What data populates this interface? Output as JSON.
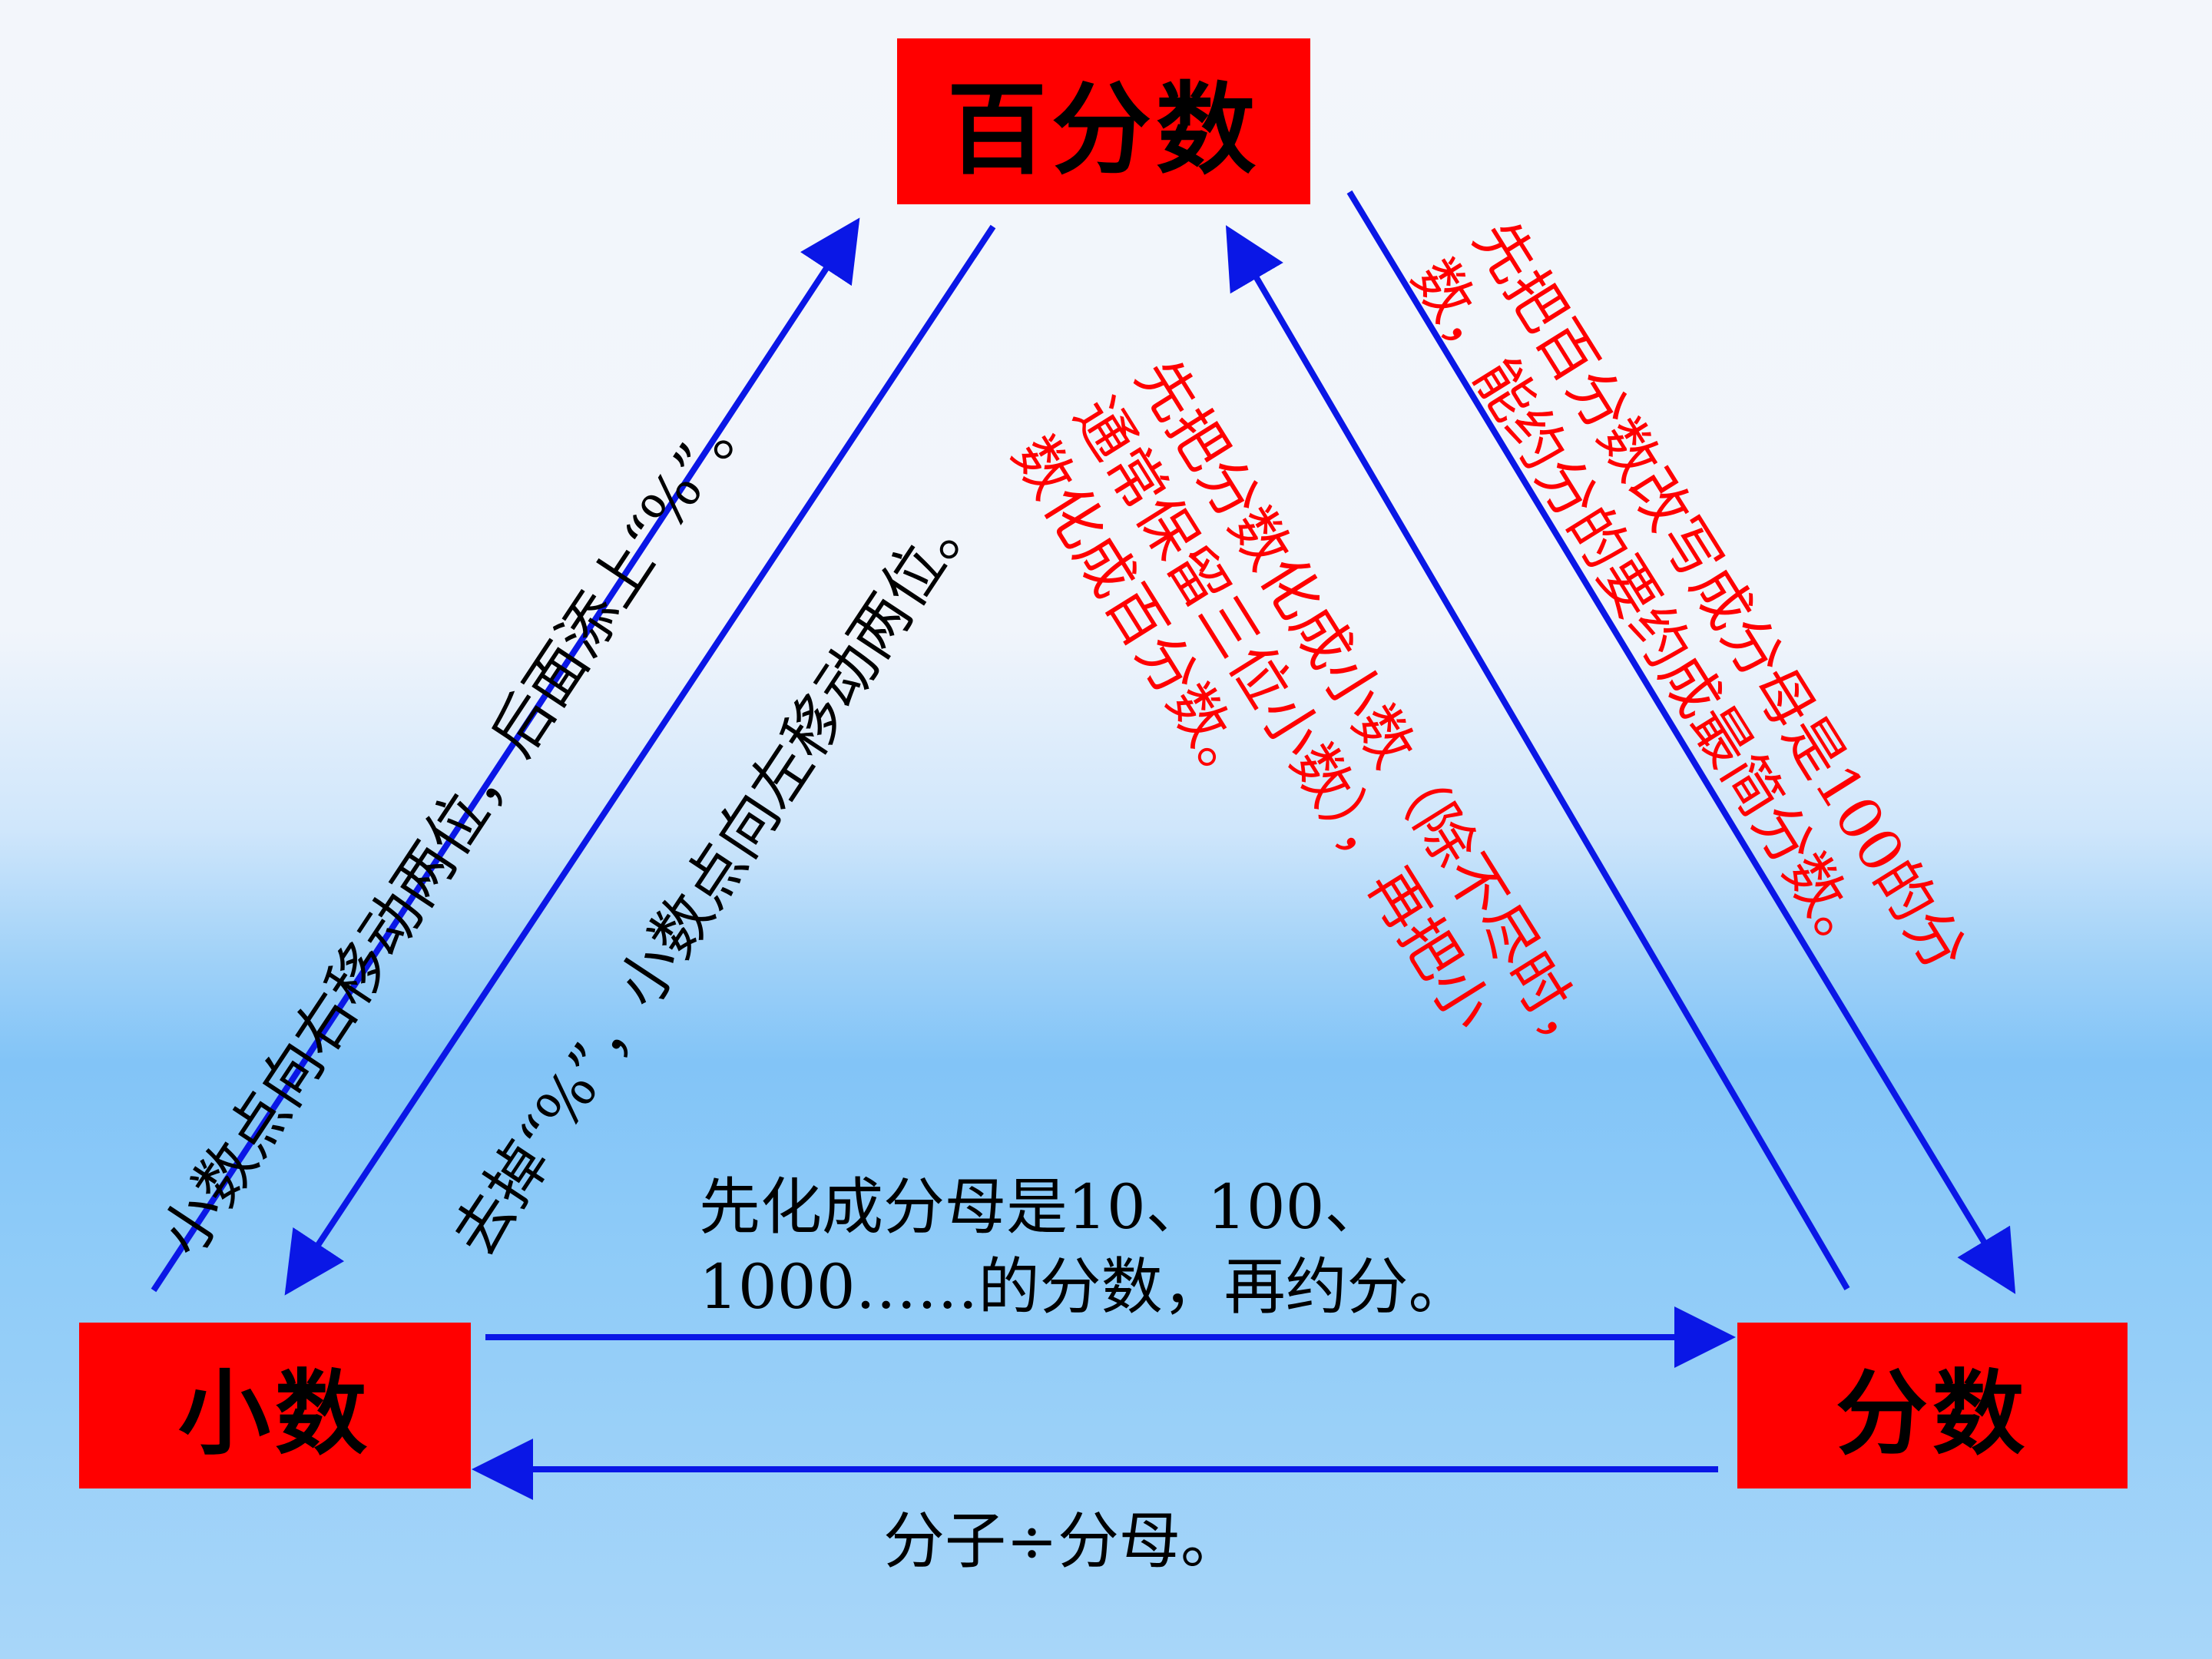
{
  "nodes": {
    "percent": "百分数",
    "decimal": "小数",
    "fraction": "分数"
  },
  "edges": {
    "decimal_to_percent": "小数点向右移动两位，后面添上“%”。",
    "percent_to_decimal": "去掉“%”，小数点向左移动两位。",
    "fraction_to_percent_lines": [
      "先把分数化成小数（除不尽时，",
      "通常保留三位小数），再把小",
      "数化成百分数。"
    ],
    "percent_to_fraction_lines": [
      "先把百分数改写成分母是100的分",
      "数，能约分的要约成最简分数。"
    ],
    "decimal_to_fraction_lines": [
      "先化成分母是10、100、",
      "1000……的分数，再约分。"
    ],
    "fraction_to_decimal": "分子÷分母。"
  },
  "colors": {
    "box_fill": "#ff0000",
    "arrow": "#0a17e6",
    "note_text_red": "#ff0000",
    "note_text_black": "#000000"
  }
}
